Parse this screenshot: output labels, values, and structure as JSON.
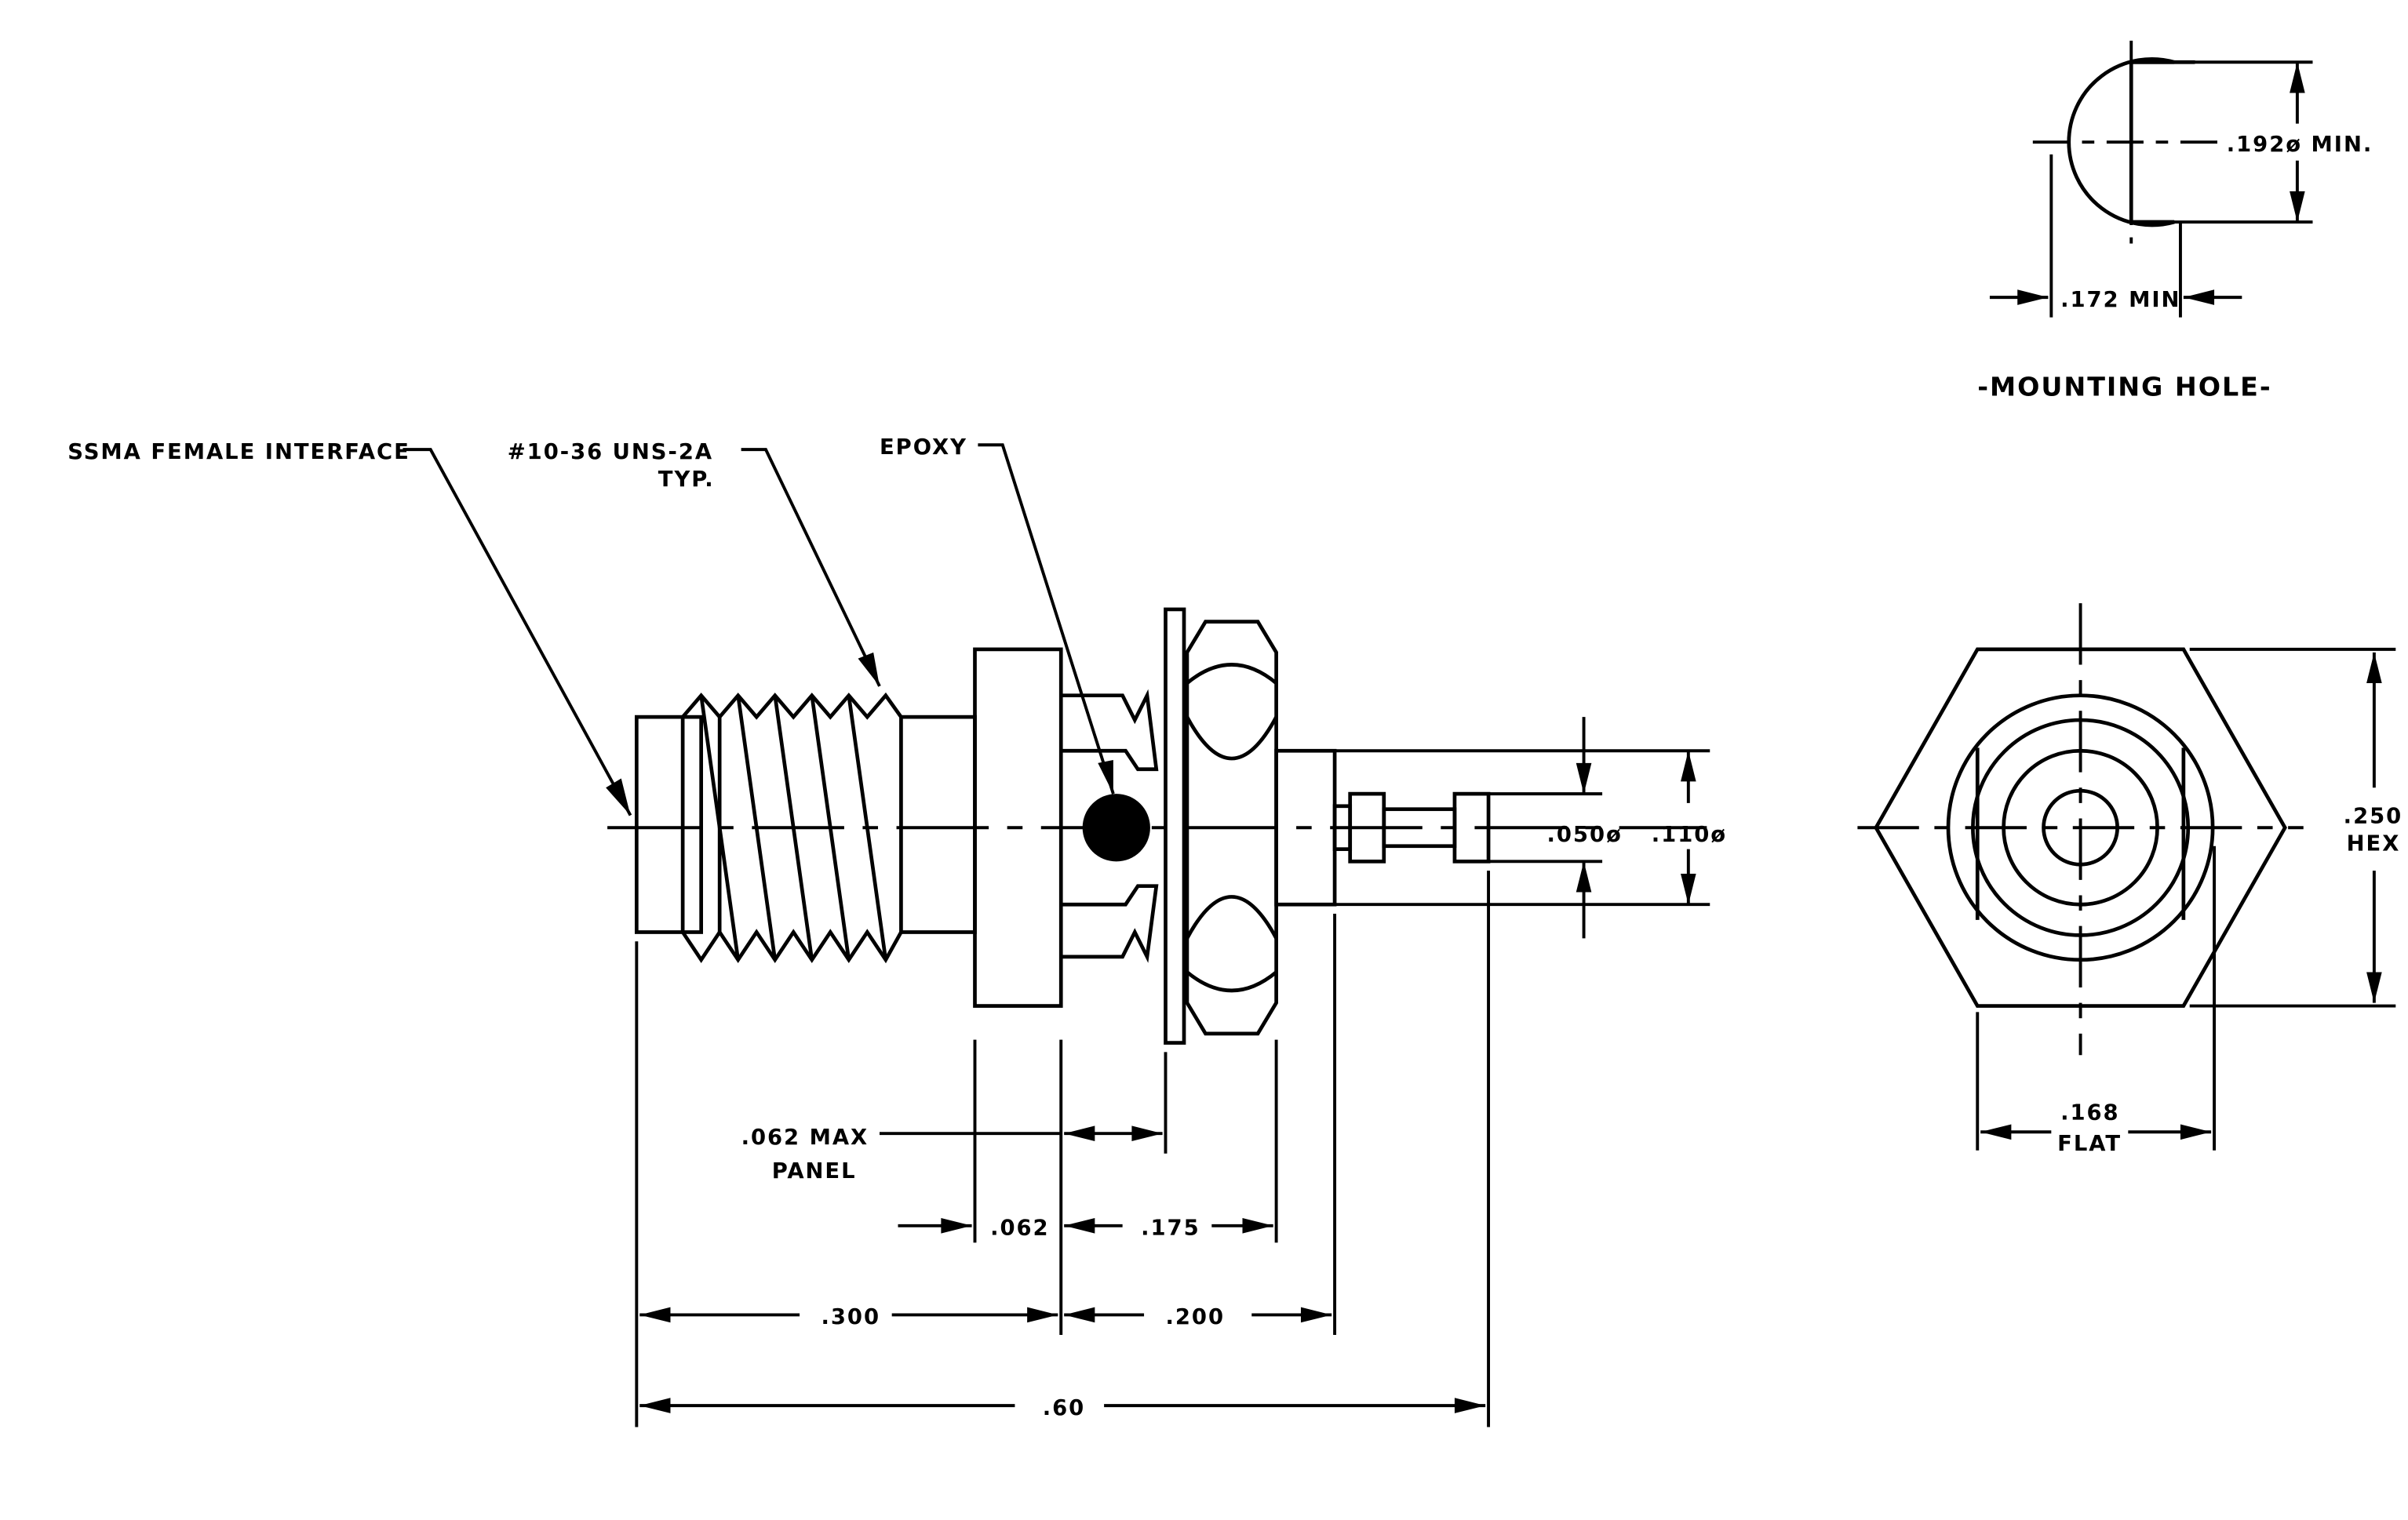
{
  "colors": {
    "ink": "#000000",
    "paper": "#ffffff"
  },
  "callouts": {
    "interface": "SSMA FEMALE INTERFACE",
    "thread_line1": "#10-36 UNS-2A",
    "thread_line2": "TYP.",
    "epoxy": "EPOXY"
  },
  "side_view": {
    "panel_line1": ".062 MAX",
    "panel_line2": "PANEL",
    "dim_062": ".062",
    "dim_175": ".175",
    "dim_300": ".300",
    "dim_200": ".200",
    "dim_60": ".60",
    "dim_050": ".050ø",
    "dim_110": ".110ø"
  },
  "mounting_hole": {
    "title": "-MOUNTING HOLE-",
    "dim_192": ".192ø  MIN.",
    "dim_172": ".172  MIN"
  },
  "end_view": {
    "dim_250_line1": ".250",
    "dim_250_line2": "HEX",
    "dim_168_line1": ".168",
    "dim_168_line2": "FLAT"
  }
}
